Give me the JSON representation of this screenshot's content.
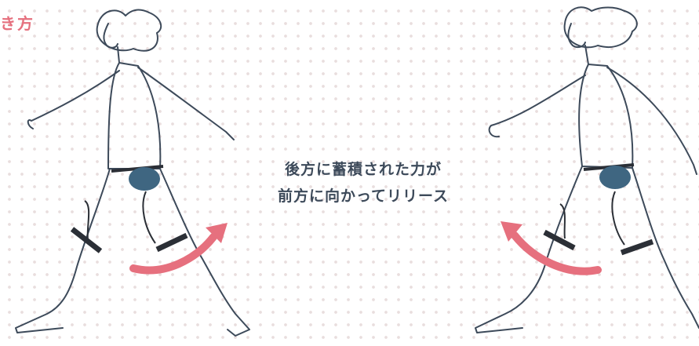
{
  "heading_fragment": "き方",
  "caption": {
    "line1": "後方に蓄積された力が",
    "line2": "前方に向かってリリース"
  },
  "colors": {
    "accent": "#e6707e",
    "line": "#3d4a5a",
    "device": "#3f6681",
    "strap": "#2b2f36"
  }
}
